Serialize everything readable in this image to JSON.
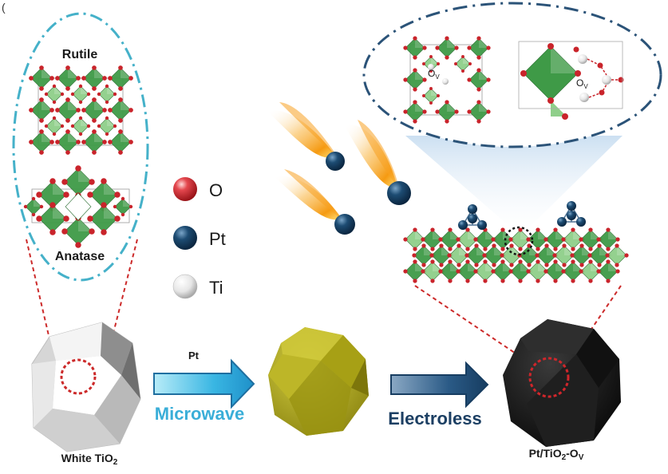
{
  "panel_label": "(",
  "left_bubble": {
    "top_label": "Rutile",
    "bottom_label": "Anatase"
  },
  "legend": {
    "items": [
      {
        "label": "O",
        "color": "#d9333f"
      },
      {
        "label": "Pt",
        "color": "#1b4466"
      },
      {
        "label": "Ti",
        "color": "#ececec"
      }
    ]
  },
  "steps": {
    "arrow1_above": "Pt",
    "arrow1_below": "Microwave",
    "arrow2_below": "Electroless"
  },
  "bottom_labels": {
    "start_main": "White TiO",
    "start_sub": "2",
    "end_a": "Pt/TiO",
    "end_sub1": "2",
    "end_b": "-O",
    "end_sub2": "V"
  },
  "vacancy_labels": {
    "left_main": "O",
    "left_sub": "V",
    "right_main": "O",
    "right_sub": "V"
  },
  "colors": {
    "octahedron": "#3f9a47",
    "octahedron_light": "#8fcf8a",
    "oxygen": "#c9242b",
    "platinum": "#1b4466",
    "dash_blue": "#2b5378",
    "dash_cyan": "#45b1c9",
    "dash_red": "#cc2a2a",
    "microwave_text": "#3aaed8",
    "electroless_text": "#1c3f63",
    "gold_particle": "#b8b21a",
    "black_particle": "#161616"
  }
}
